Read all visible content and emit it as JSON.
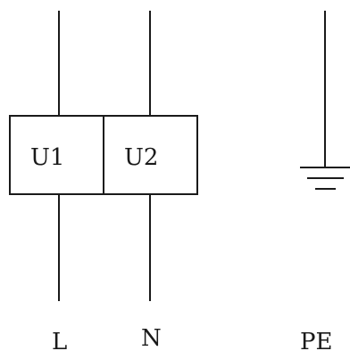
{
  "units": {
    "u1": "U1",
    "u2": "U2"
  },
  "terminals": {
    "line": "L",
    "neutral": "N",
    "earth": "PE"
  }
}
